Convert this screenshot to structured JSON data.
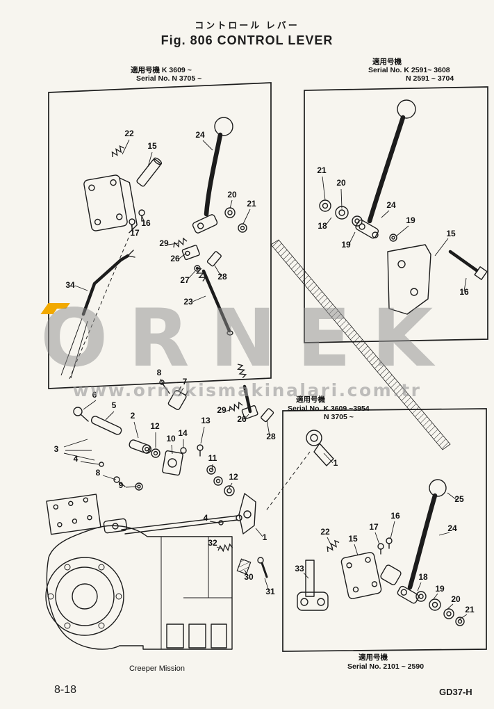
{
  "page": {
    "title_jp": "コントロール レバー",
    "title_en": "Fig. 806 CONTROL LEVER",
    "caption": "Creeper Mission",
    "footer_left": "8-18",
    "footer_right": "GD37-H"
  },
  "annotations": {
    "left": [
      "適用号機   K 3609 ~",
      "Serial No. N 3705 ~"
    ],
    "right": [
      "適用号機",
      "Serial No. K 2591~ 3608",
      "N 2591 ~ 3704"
    ],
    "middle": [
      "適用号機",
      "Serial No. K 3609 ~3954",
      "N 3705 ~"
    ],
    "bottom": [
      "適用号機",
      "Serial No. 2101 ~ 2590"
    ]
  },
  "watermark": {
    "brand": "ORNEK",
    "url": "www.ornekismakinalari.com.tr",
    "accent_color": "#f2a900"
  },
  "colors": {
    "ink": "#1c1c1c",
    "paper": "#f7f5ef",
    "watermark_gray": "#8e8e8e"
  },
  "callouts": [
    "22",
    "15",
    "24",
    "20",
    "21",
    "16",
    "17",
    "29",
    "26",
    "27",
    "28",
    "23",
    "34",
    "6",
    "8",
    "7",
    "5",
    "2",
    "12",
    "10",
    "14",
    "13",
    "29",
    "26",
    "28",
    "3",
    "4",
    "8",
    "9",
    "11",
    "12",
    "1",
    "4",
    "1",
    "32",
    "30",
    "31",
    "33",
    "21",
    "20",
    "18",
    "19",
    "24",
    "19",
    "15",
    "16",
    "25",
    "24",
    "16",
    "17",
    "15",
    "22",
    "18",
    "19",
    "20",
    "21"
  ]
}
